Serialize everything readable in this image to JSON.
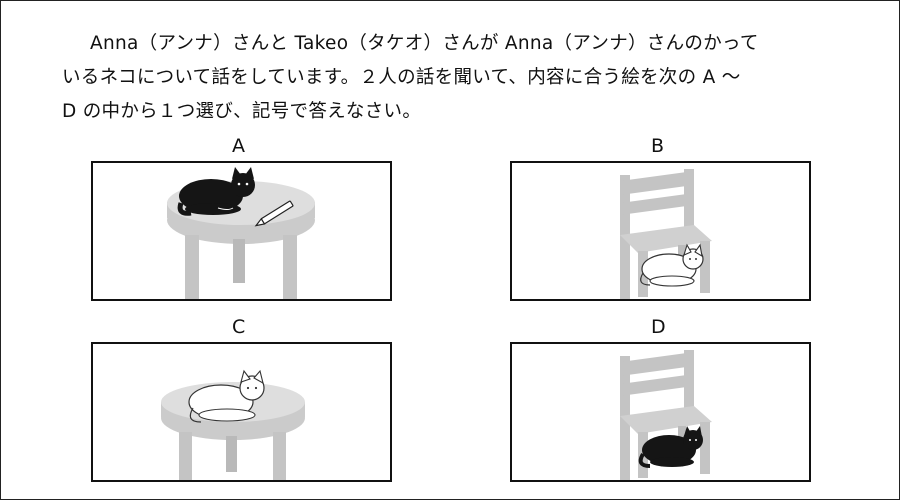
{
  "question": {
    "line1": "Anna（アンナ）さんと Takeo（タケオ）さんが Anna（アンナ）さんのかって",
    "line2": "いるネコについて話をしています。２人の話を聞いて、内容に合う絵を次の A ～",
    "line3": "D の中から１つ選び、記号で答えなさい。"
  },
  "options": [
    {
      "label": "A",
      "scene": "black cat lying on a round table next to a pencil"
    },
    {
      "label": "B",
      "scene": "white cat lying under a chair"
    },
    {
      "label": "C",
      "scene": "white cat lying on a round table"
    },
    {
      "label": "D",
      "scene": "black cat lying under a chair"
    }
  ],
  "colors": {
    "furniture": "#c4c4c4",
    "table_top": "#d6d6d6",
    "black_cat": "#151515",
    "white_cat": "#ffffff",
    "border": "#111111"
  }
}
